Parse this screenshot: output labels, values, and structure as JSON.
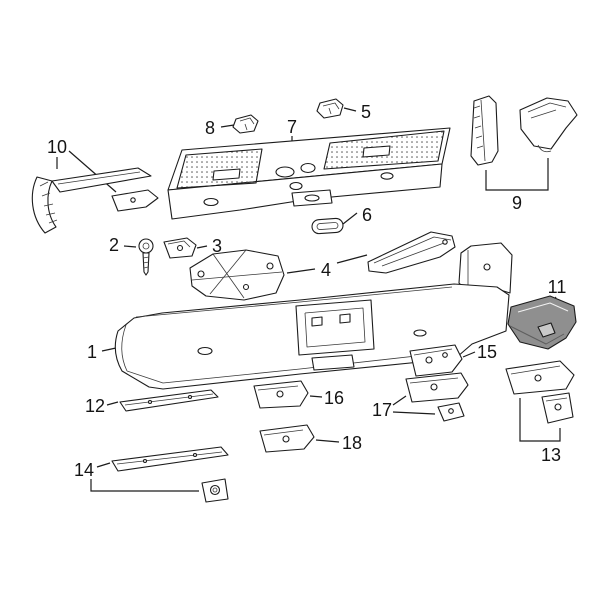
{
  "diagram": {
    "kind": "exploded-parts-diagram",
    "subject": "rear step bumper assembly",
    "background_color": "#ffffff",
    "line_color": "#1c1c1c",
    "highlight": {
      "callout": "11",
      "fill_color": "#8f8f8f"
    },
    "callouts": [
      {
        "label": "1"
      },
      {
        "label": "2"
      },
      {
        "label": "3"
      },
      {
        "label": "4"
      },
      {
        "label": "5"
      },
      {
        "label": "6"
      },
      {
        "label": "7"
      },
      {
        "label": "8"
      },
      {
        "label": "9"
      },
      {
        "label": "10"
      },
      {
        "label": "11"
      },
      {
        "label": "12"
      },
      {
        "label": "13"
      },
      {
        "label": "14"
      },
      {
        "label": "15"
      },
      {
        "label": "16"
      },
      {
        "label": "17"
      },
      {
        "label": "18"
      }
    ]
  }
}
